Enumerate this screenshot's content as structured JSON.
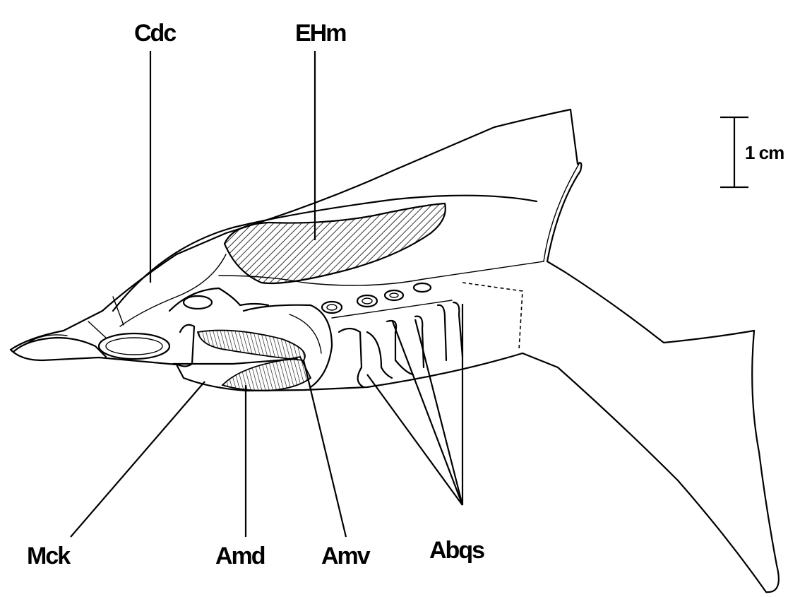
{
  "labels": {
    "cdc": "Cdc",
    "ehm": "EHm",
    "mck": "Mck",
    "amd": "Amd",
    "amv": "Amv",
    "abqs": "Abqs"
  },
  "scale_bar": {
    "text": "1 cm"
  }
}
